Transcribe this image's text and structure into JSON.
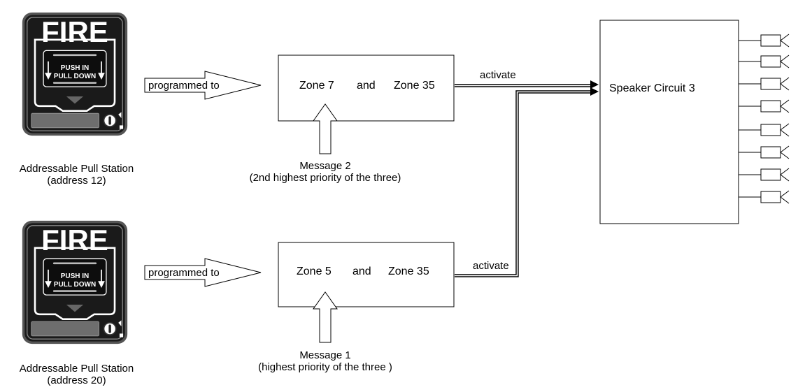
{
  "stations": [
    {
      "fire_text": "FIRE",
      "push_text": "PUSH   IN",
      "pull_text": "PULL DOWN",
      "name": "Addressable Pull Station",
      "address": "(address 12)"
    },
    {
      "fire_text": "FIRE",
      "push_text": "PUSH   IN",
      "pull_text": "PULL DOWN",
      "name": "Addressable Pull Station",
      "address": "(address 20)"
    }
  ],
  "programmed_labels": [
    "programmed to",
    "programmed to"
  ],
  "zone_boxes": [
    {
      "zone_a": "Zone 7",
      "conj": "and",
      "zone_b": "Zone 35"
    },
    {
      "zone_a": "Zone 5",
      "conj": "and",
      "zone_b": "Zone 35"
    }
  ],
  "messages": [
    {
      "title": "Message 2",
      "priority": "(2nd highest priority of the three)"
    },
    {
      "title": "Message 1",
      "priority": "(highest priority of the three )"
    }
  ],
  "activate_labels": [
    "activate",
    "activate"
  ],
  "speaker_circuit": {
    "label": "Speaker Circuit 3",
    "speaker_count": 8
  },
  "colors": {
    "station_body": "#1a1a1a",
    "station_face": "#ffffff",
    "line": "#000000"
  }
}
